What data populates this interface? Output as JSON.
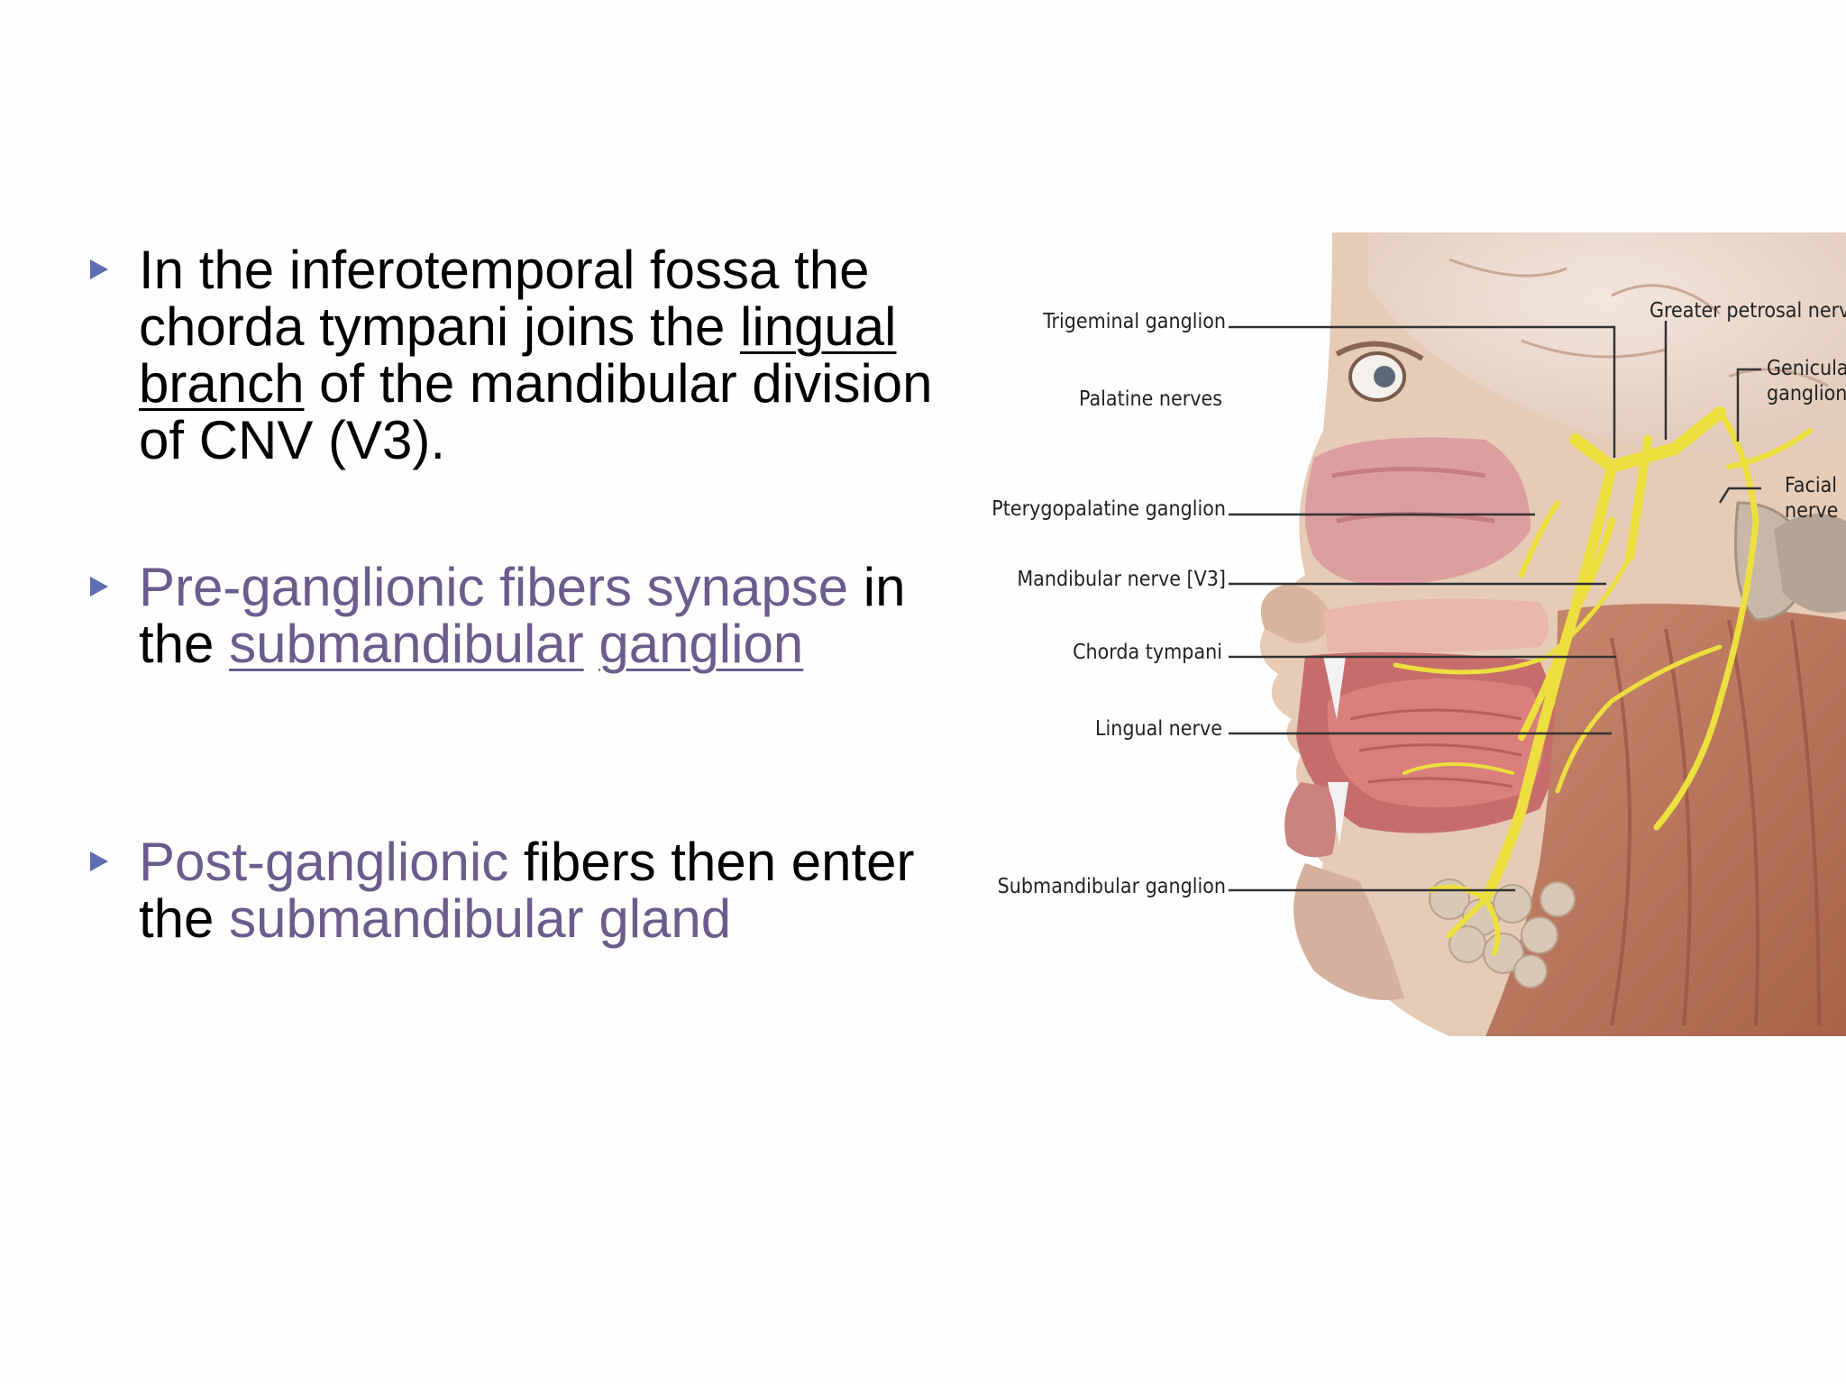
{
  "bullets": [
    {
      "parts": {
        "p1": "In the inferotemporal fossa the chorda tympani joins the ",
        "p2": "lingual branch",
        "p3": " of the mandibular division of CNV (V3)."
      }
    },
    {
      "parts": {
        "p1": "Pre-ganglionic fibers synapse",
        "p2": " in the ",
        "p3": "submandibular",
        "p4": " ",
        "p5": "ganglion"
      }
    },
    {
      "parts": {
        "p1": "Post-ganglionic",
        "p2": " fibers then enter the ",
        "p3": "submandibular gland"
      }
    }
  ],
  "figure": {
    "labels": {
      "trigeminal_ganglion": "Trigeminal ganglion",
      "palatine_nerves": "Palatine nerves",
      "pterygopalatine_ganglion": "Pterygopalatine ganglion",
      "mandibular_nerve": "Mandibular nerve [V3]",
      "chorda_tympani": "Chorda tympani",
      "lingual_nerve": "Lingual nerve",
      "submandibular_ganglion": "Submandibular ganglion",
      "greater_petrosal_nerve": "Greater petrosal nerve",
      "geniculate_1": "Geniculate",
      "geniculate_2": "ganglion",
      "facial_1": "Facial",
      "facial_2": "nerve"
    }
  },
  "colors": {
    "bullet_marker": "#5d6db0",
    "accent_text": "#6a5c8c",
    "nerve": "#ecdf3e",
    "skin": "#e3c6b0",
    "mucosa": "#d98a8f",
    "muscle": "#b9765f"
  }
}
